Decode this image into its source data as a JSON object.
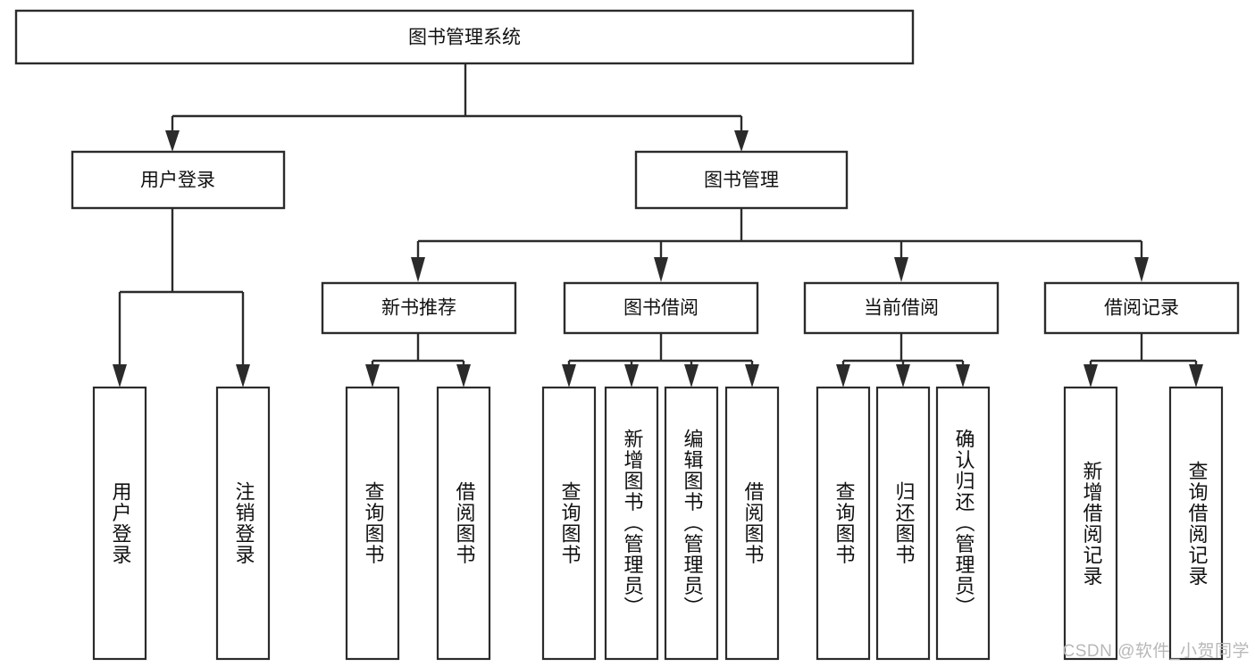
{
  "diagram": {
    "title_node": {
      "label": "图书管理系统"
    },
    "level2": [
      {
        "id": "user-login",
        "label": "用户登录"
      },
      {
        "id": "book-management",
        "label": "图书管理"
      }
    ],
    "level3": [
      {
        "id": "new-book-recommend",
        "label": "新书推荐"
      },
      {
        "id": "book-borrow",
        "label": "图书借阅"
      },
      {
        "id": "current-borrow",
        "label": "当前借阅"
      },
      {
        "id": "borrow-record",
        "label": "借阅记录"
      }
    ],
    "leaves": {
      "user_login": [
        {
          "id": "leaf-user-login",
          "label": "用户登录"
        },
        {
          "id": "leaf-logout-login",
          "label": "注销登录"
        }
      ],
      "new_book_recommend": [
        {
          "id": "leaf-query-book-1",
          "label": "查询图书"
        },
        {
          "id": "leaf-borrow-book-1",
          "label": "借阅图书"
        }
      ],
      "book_borrow": [
        {
          "id": "leaf-query-book-2",
          "label": "查询图书"
        },
        {
          "id": "leaf-add-book",
          "label": "新增图书（管理员）"
        },
        {
          "id": "leaf-edit-book",
          "label": "编辑图书（管理员）"
        },
        {
          "id": "leaf-borrow-book-2",
          "label": "借阅图书"
        }
      ],
      "current_borrow": [
        {
          "id": "leaf-query-book-3",
          "label": "查询图书"
        },
        {
          "id": "leaf-return-book",
          "label": "归还图书"
        },
        {
          "id": "leaf-confirm-return",
          "label": "确认归还（管理员）"
        }
      ],
      "borrow_record": [
        {
          "id": "leaf-add-record",
          "label": "新增借阅记录"
        },
        {
          "id": "leaf-query-record",
          "label": "查询借阅记录"
        }
      ]
    },
    "watermark": "CSDN @软件_小贺同学",
    "colors": {
      "stroke": "#2b2b2b",
      "fill": "#ffffff",
      "text": "#111111",
      "watermark": "#b8b8b8"
    }
  }
}
